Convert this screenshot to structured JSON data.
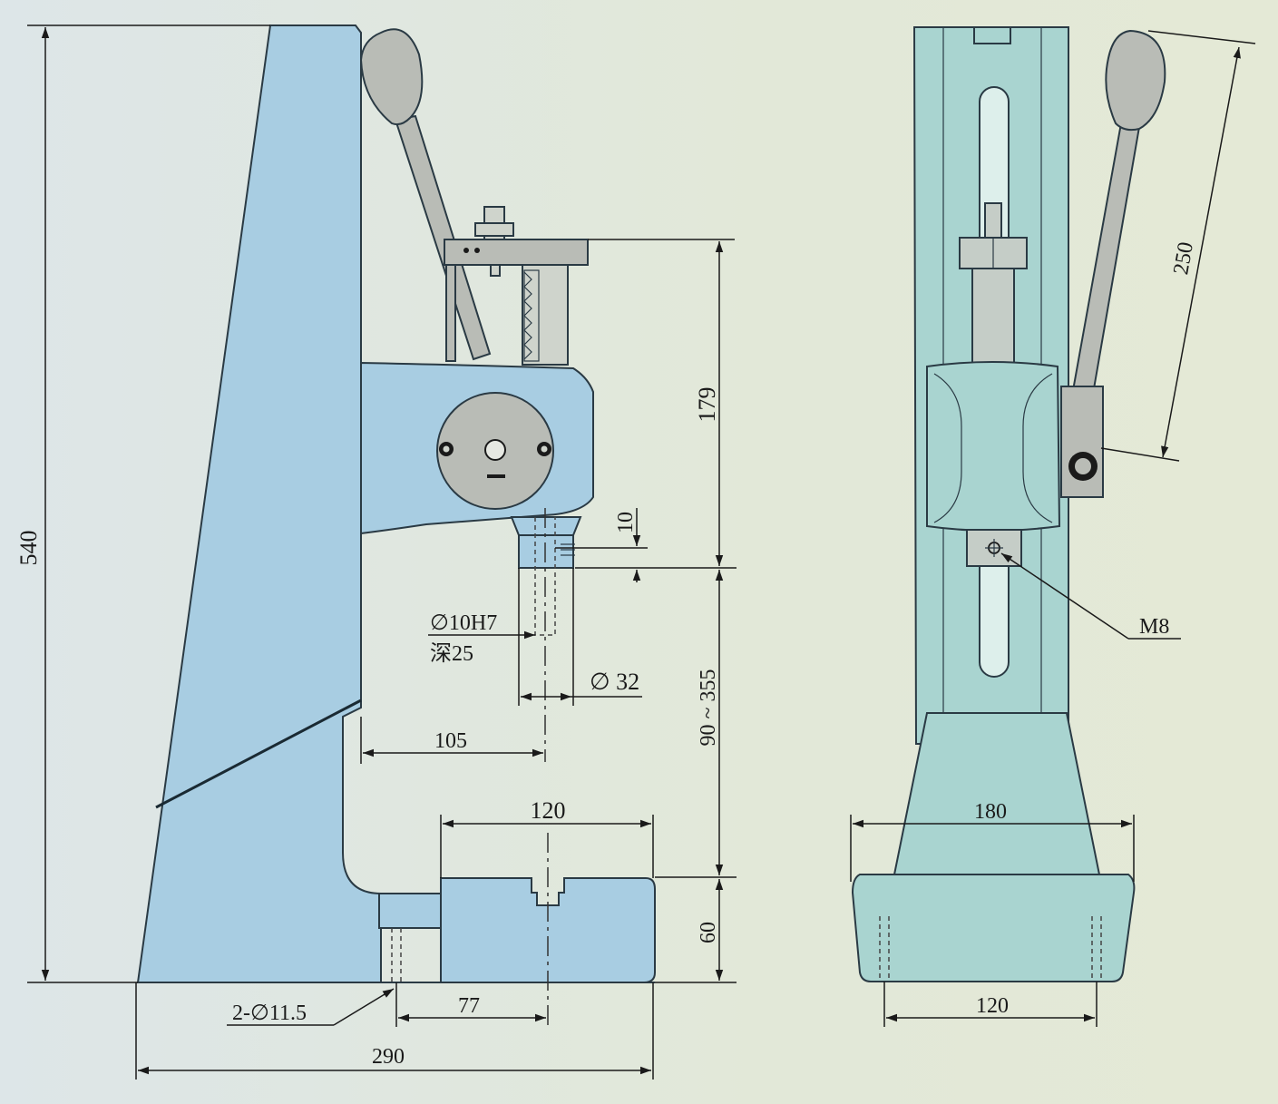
{
  "colors": {
    "side_body": "#a8cde2",
    "front_body": "#a9d4d0",
    "handle": "#b9bcb6",
    "line": "#1a1a1a"
  },
  "side_view": {
    "dim_height": "540",
    "dim_ram_height": "179",
    "dim_ram_step": "10",
    "dim_stroke_range": "90 ~ 355",
    "dim_base_height": "60",
    "dim_bore": "∅10H7",
    "dim_bore_depth": "深25",
    "dim_ram_dia": "∅ 32",
    "dim_throat": "105",
    "dim_table_width": "120",
    "dim_holes": "2-∅11.5",
    "dim_hole_offset": "77",
    "dim_total_length": "290"
  },
  "front_view": {
    "dim_handle_length": "250",
    "dim_thread": "M8",
    "dim_base_width": "180",
    "dim_hole_spacing": "120"
  }
}
